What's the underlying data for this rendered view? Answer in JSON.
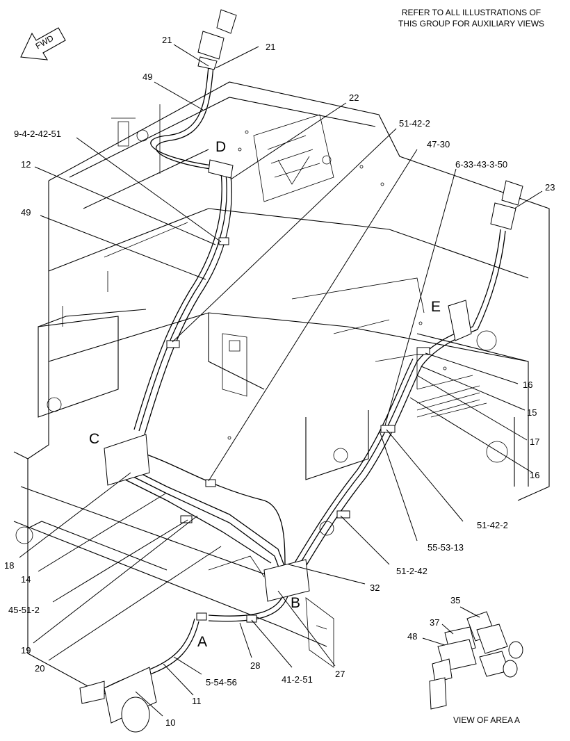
{
  "header": {
    "refer_line1": "REFER TO ALL ILLUSTRATIONS OF",
    "refer_line2": "THIS GROUP FOR AUXILIARY VIEWS"
  },
  "fwd_arrow": {
    "label": "FWD",
    "icon": "fwd-arrow-icon"
  },
  "area_labels": {
    "a": "A",
    "b": "B",
    "c": "C",
    "d": "D",
    "e": "E"
  },
  "view_caption": "VIEW OF AREA A",
  "callouts": {
    "c21a": "21",
    "c21b": "21",
    "c49a": "49",
    "c22": "22",
    "c9_4_2_42_51": "9-4-2-42-51",
    "c51_42_2a": "51-42-2",
    "c47_30": "47-30",
    "c6_33_43_3_50": "6-33-43-3-50",
    "c12": "12",
    "c23": "23",
    "c49b": "49",
    "c16a": "16",
    "c15": "15",
    "c17": "17",
    "c16b": "16",
    "c51_42_2b": "51-42-2",
    "c55_53_13": "55-53-13",
    "c51_2_42": "51-2-42",
    "c32": "32",
    "c18": "18",
    "c14": "14",
    "c45_51_2": "45-51-2",
    "c19": "19",
    "c20": "20",
    "c28": "28",
    "c41_2_51": "41-2-51",
    "c27": "27",
    "c5_54_56": "5-54-56",
    "c11": "11",
    "c10": "10",
    "c35": "35",
    "c37": "37",
    "c48": "48"
  }
}
